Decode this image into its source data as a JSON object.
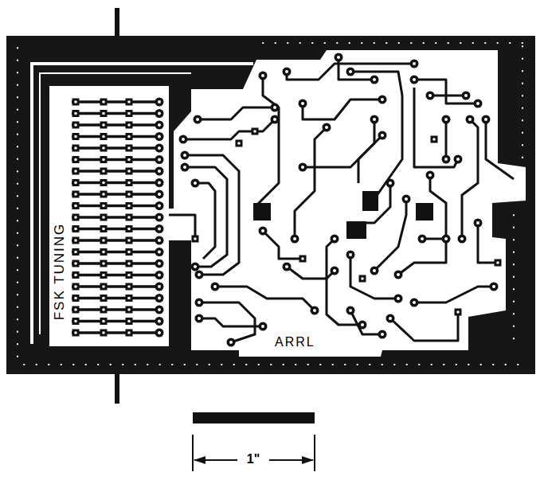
{
  "diagram": {
    "labels": [
      "FSK TUNING",
      "ARRL",
      "1\""
    ]
  }
}
